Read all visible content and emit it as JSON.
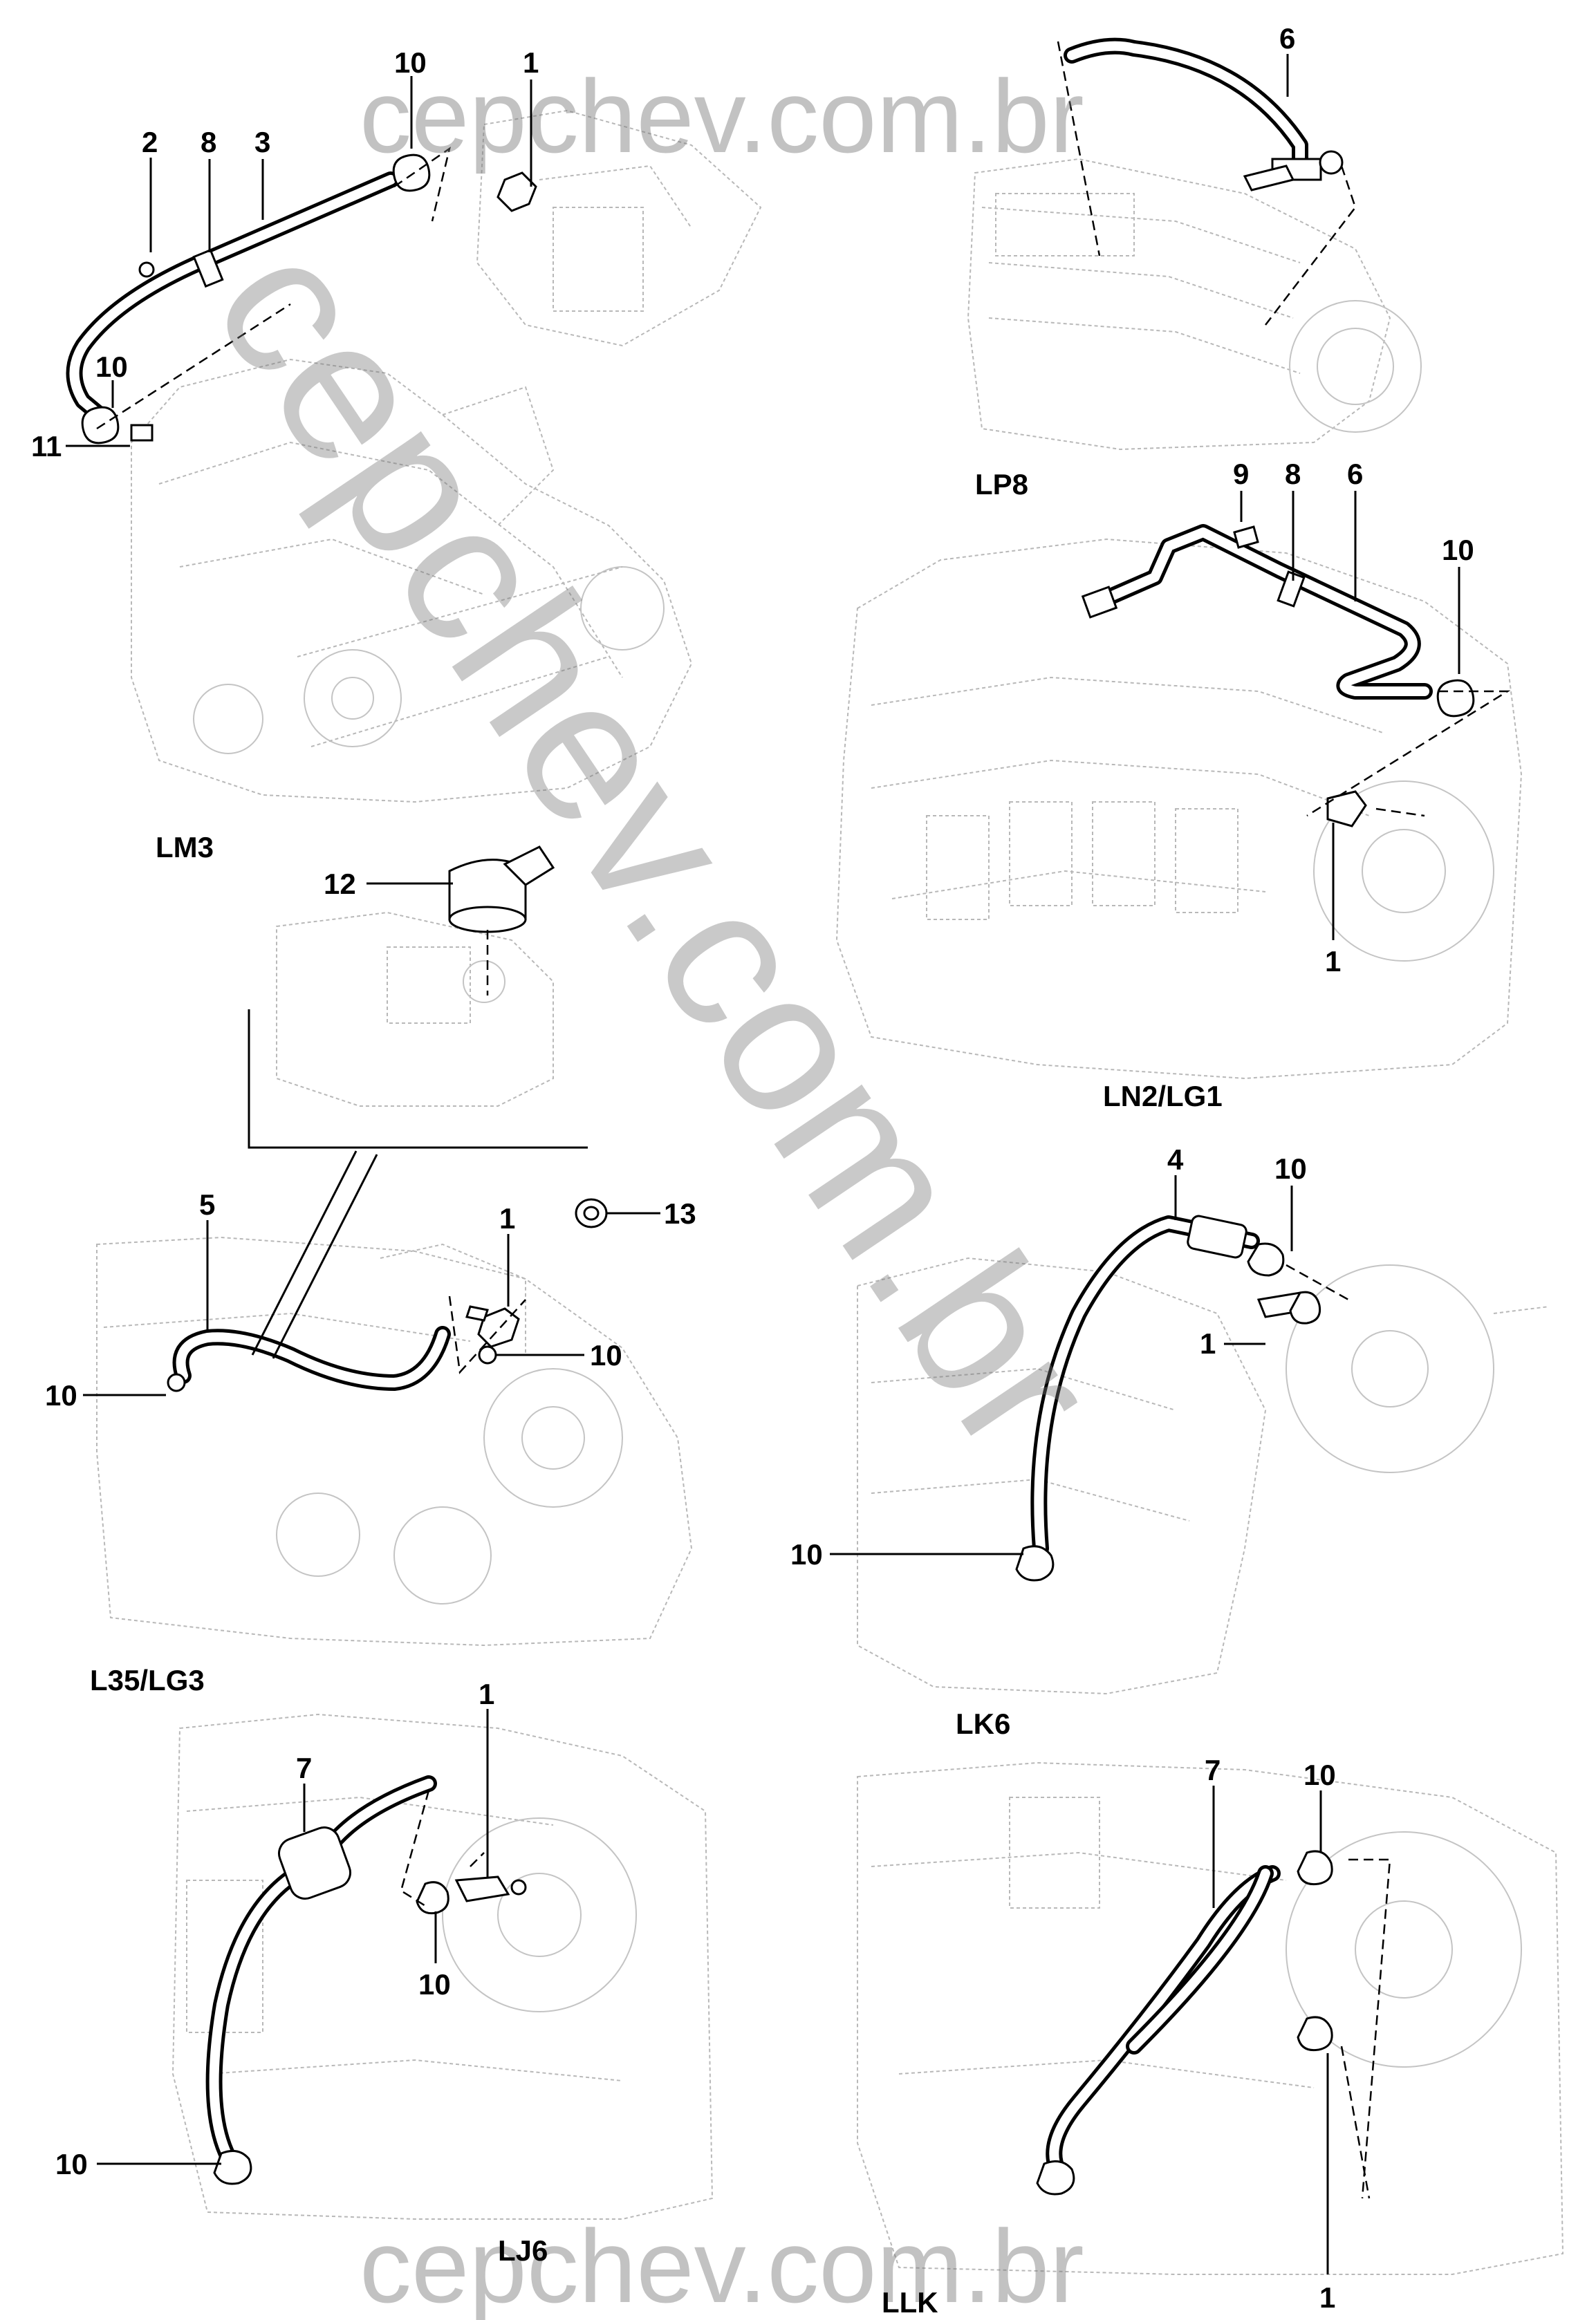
{
  "watermarks": {
    "top": "cepchev.com.br",
    "bottom": "cepchev.com.br",
    "diagonal": "cepchev.com.br"
  },
  "engines": {
    "lm3": "LM3",
    "lp8": "LP8",
    "ln2_lg1": "LN2/LG1",
    "l35_lg3": "L35/LG3",
    "lk6": "LK6",
    "lj6": "LJ6",
    "llk": "LLK"
  },
  "callouts": {
    "lm3": [
      "10",
      "1",
      "2",
      "8",
      "3",
      "10",
      "11"
    ],
    "lp8": [
      "6"
    ],
    "ln2": [
      "9",
      "8",
      "6",
      "10",
      "1"
    ],
    "pcv": [
      "12"
    ],
    "l35": [
      "5",
      "1",
      "10",
      "10",
      "13"
    ],
    "lk6": [
      "4",
      "10",
      "1",
      "10"
    ],
    "lj6": [
      "7",
      "1",
      "10",
      "10"
    ],
    "llk": [
      "7",
      "10",
      "1"
    ]
  }
}
